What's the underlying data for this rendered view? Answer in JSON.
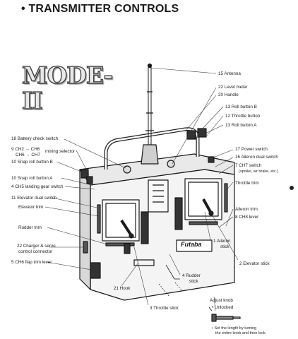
{
  "header": {
    "title": "• TRANSMITTER CONTROLS"
  },
  "badge": {
    "text": "MODE-II"
  },
  "brand": {
    "logo": "Futaba"
  },
  "labels": {
    "antenna": "15 Antenna",
    "level_meter": "22 Level meter",
    "handle": "20 Handle",
    "roll_b_right": "13 Roll button B",
    "throttle_button": "12 Throttle button",
    "roll_a_right": "13 Roll button A",
    "battery_check": "18 Battery check switch",
    "ch2_ch6": "9 CH2 → CH6",
    "ch6_ch7": "CH6 → CH7",
    "mixing_selector": "mixing selector",
    "snap_b": "10 Snap roll button B",
    "snap_a": "10 Snap roll button A",
    "ch5_gear": "4 CH5 landing gear switch",
    "elevator_dual": "11 Elevator dual switch",
    "elevator_trim": "Elevator trim",
    "rudder_trim": "Rudder trim",
    "charger_1": "22 Charger & servo",
    "charger_2": "control connector",
    "ch6_flap": "5 CH6 flap trim lever",
    "hook": "21 Hook",
    "power_switch": "17 Power switch",
    "aileron_dual": "16 Aileron dual switch",
    "ch7_switch": "7 CH7 switch",
    "ch7_note": "(spoiler, air brake, etc.)",
    "throttle_trim": "Throttle trim",
    "aileron_trim": "Aileron trim",
    "ch8_lever": "8 CH8 lever",
    "aileron_stick_1": "1 Aileron",
    "aileron_stick_2": "stick",
    "elevator_stick": "2 Elevator stick",
    "rudder_stick_1": "4 Rudder",
    "rudder_stick_2": "stick",
    "throttle_stick": "3 Throttle stick",
    "adjust_knob": "Adjust knob",
    "unlocked": "• Unlocked",
    "set_length_1": "• Set the length by turning",
    "set_length_2": "the entire knob and then lock."
  }
}
